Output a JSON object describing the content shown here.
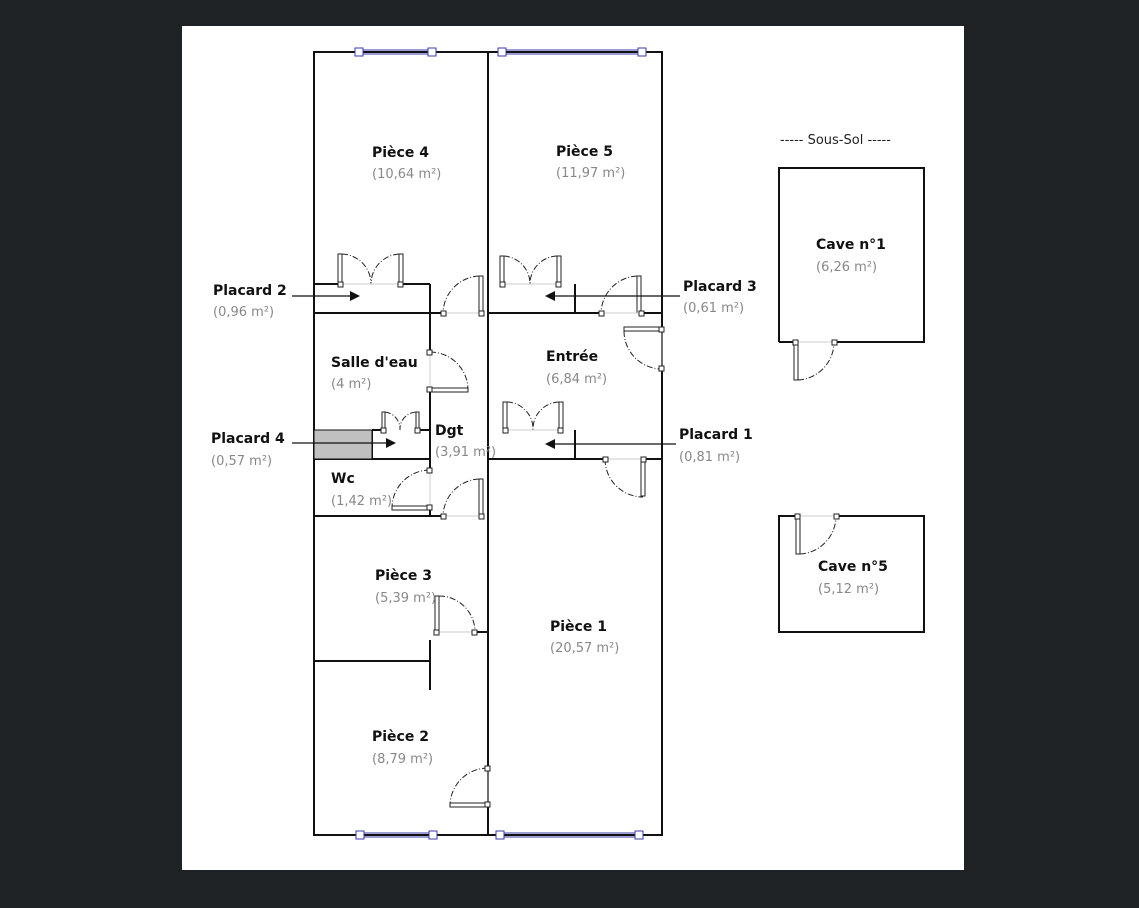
{
  "plan": {
    "basement_title": "----- Sous-Sol -----",
    "rooms": {
      "piece4": {
        "name": "Pièce 4",
        "area": "(10,64 m²)"
      },
      "piece5": {
        "name": "Pièce 5",
        "area": "(11,97 m²)"
      },
      "placard2": {
        "name": "Placard 2",
        "area": "(0,96 m²)"
      },
      "placard3": {
        "name": "Placard 3",
        "area": "(0,61 m²)"
      },
      "salle_eau": {
        "name": "Salle d'eau",
        "area": "(4 m²)"
      },
      "entree": {
        "name": "Entrée",
        "area": "(6,84 m²)"
      },
      "placard4": {
        "name": "Placard 4",
        "area": "(0,57 m²)"
      },
      "dgt": {
        "name": "Dgt",
        "area": "(3,91 m²)"
      },
      "placard1": {
        "name": "Placard 1",
        "area": "(0,81 m²)"
      },
      "wc": {
        "name": "Wc",
        "area": "(1,42 m²)"
      },
      "piece3": {
        "name": "Pièce 3",
        "area": "(5,39 m²)"
      },
      "piece1": {
        "name": "Pièce 1",
        "area": "(20,57 m²)"
      },
      "piece2": {
        "name": "Pièce 2",
        "area": "(8,79 m²)"
      },
      "cave1": {
        "name": "Cave n°1",
        "area": "(6,26 m²)"
      },
      "cave5": {
        "name": "Cave n°5",
        "area": "(5,12 m²)"
      }
    },
    "colors": {
      "background": "#1f2224",
      "sheet": "#ffffff",
      "wall": "#111111",
      "window": "#3a3aa8",
      "area_text": "#888888",
      "placard4_fill": "#c0c0c0"
    }
  }
}
